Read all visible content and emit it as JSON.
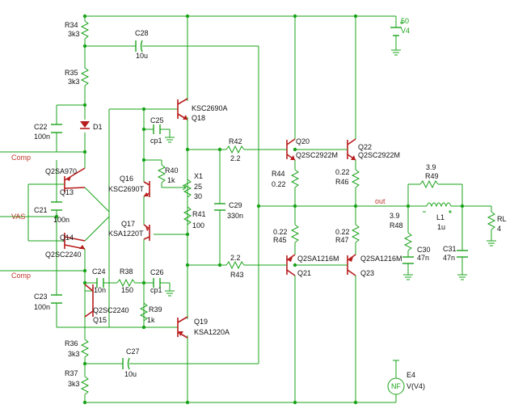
{
  "labels": {
    "R34": "R34",
    "R34v": "3k3",
    "C28": "C28",
    "C28v": "10u",
    "V4n": "50",
    "V4": "V4",
    "R35": "R35",
    "R35v": "3k3",
    "Q18t": "KSC2690A",
    "Q18": "Q18",
    "C25": "C25",
    "C25v": "cp1",
    "C22": "C22",
    "C22v": "100n",
    "D1": "D1",
    "CompTop": "Comp",
    "CompBot": "Comp",
    "VAS": "VAS",
    "Q2SA970": "Q2SA970",
    "Q13": "Q13",
    "R40": "R40",
    "R40v": "1k",
    "Q16": "Q16",
    "Q16t": "KSC2690T",
    "X1": "X1",
    "X1a": "25",
    "X1b": "30",
    "R42": "R42",
    "R42v": "2.2",
    "Q20": "Q20",
    "Q20t": "Q2SC2922M",
    "Q22": "Q22",
    "Q22t": "Q2SC2922M",
    "C21": "C21",
    "C21v": "100n",
    "R44": "R44",
    "R44v": "0.22",
    "R46v": "0.22",
    "R46": "R46",
    "R49v": "3.9",
    "R49": "R49",
    "C29": "C29",
    "C29v": "330n",
    "R41": "R41",
    "R41v": "100",
    "out": "out",
    "Q17": "Q17",
    "Q17t": "KSA1220T",
    "Q14": "Q14",
    "Q2SC2240a": "Q2SC2240",
    "R48v": "3.9",
    "R48": "R48",
    "L1": "L1",
    "L1v": "1u",
    "RL": "RL",
    "RLv": "4",
    "R45v": "0.22",
    "R45": "R45",
    "R47v": "0.22",
    "R47": "R47",
    "C30": "C30",
    "C30v": "47n",
    "C31": "C31",
    "C31v": "47n",
    "R43v": "2.2",
    "R43": "R43",
    "Q21t": "Q2SA1216M",
    "Q21": "Q21",
    "Q23t": "Q2SA1216M",
    "Q23": "Q23",
    "C24": "C24",
    "C24v": "10n",
    "R38": "R38",
    "R38v": "150",
    "C26": "C26",
    "C26v": "cp1",
    "C23": "C23",
    "C23v": "100n",
    "Q2SC2240b": "Q2SC2240",
    "Q15": "Q15",
    "R39": "R39",
    "R39v": "1k",
    "Q19": "Q19",
    "Q19t": "KSA1220A",
    "R36": "R36",
    "R36v": "3k3",
    "C27": "C27",
    "C27v": "10u",
    "R37": "R37",
    "R37v": "3k3",
    "E4": "E4",
    "NF": "NF",
    "E4v": "V(V4)"
  }
}
